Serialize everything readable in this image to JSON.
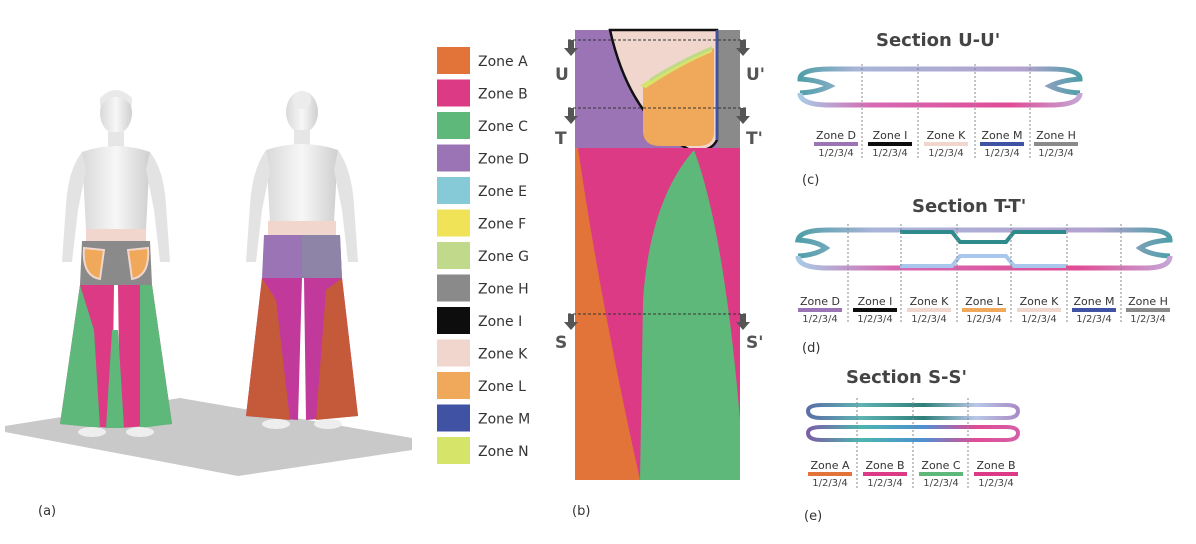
{
  "panel_labels": {
    "a": "(a)",
    "b": "(b)",
    "c": "(c)",
    "d": "(d)",
    "e": "(e)"
  },
  "legend": [
    {
      "label": "Zone A",
      "color": "#e2743a"
    },
    {
      "label": "Zone B",
      "color": "#dc3a84"
    },
    {
      "label": "Zone C",
      "color": "#5db87a"
    },
    {
      "label": "Zone D",
      "color": "#9b74b6"
    },
    {
      "label": "Zone E",
      "color": "#86cad7"
    },
    {
      "label": "Zone F",
      "color": "#f1e358"
    },
    {
      "label": "Zone G",
      "color": "#c1d98a"
    },
    {
      "label": "Zone H",
      "color": "#8a8a8a"
    },
    {
      "label": "Zone I",
      "color": "#0d0d0d"
    },
    {
      "label": "Zone K",
      "color": "#f0d6cc"
    },
    {
      "label": "Zone L",
      "color": "#f0a85a"
    },
    {
      "label": "Zone M",
      "color": "#3f52a4"
    },
    {
      "label": "Zone N",
      "color": "#d6e46a"
    }
  ],
  "cut_labels": {
    "u": "U",
    "u_prime": "U'",
    "t": "T",
    "t_prime": "T'",
    "s": "S",
    "s_prime": "S'"
  },
  "sections": {
    "u": {
      "title": "Section U-U'",
      "zones": [
        {
          "name": "Zone D",
          "layers": "1/2/3/4",
          "color": "#9b74b6"
        },
        {
          "name": "Zone I",
          "layers": "1/2/3/4",
          "color": "#0d0d0d"
        },
        {
          "name": "Zone K",
          "layers": "1/2/3/4",
          "color": "#f0d6cc"
        },
        {
          "name": "Zone M",
          "layers": "1/2/3/4",
          "color": "#3f52a4"
        },
        {
          "name": "Zone H",
          "layers": "1/2/3/4",
          "color": "#8a8a8a"
        }
      ]
    },
    "t": {
      "title": "Section T-T'",
      "zones": [
        {
          "name": "Zone D",
          "layers": "1/2/3/4",
          "color": "#9b74b6"
        },
        {
          "name": "Zone I",
          "layers": "1/2/3/4",
          "color": "#0d0d0d"
        },
        {
          "name": "Zone K",
          "layers": "1/2/3/4",
          "color": "#f0d6cc"
        },
        {
          "name": "Zone L",
          "layers": "1/2/3/4",
          "color": "#f0a85a"
        },
        {
          "name": "Zone K",
          "layers": "1/2/3/4",
          "color": "#f0d6cc"
        },
        {
          "name": "Zone M",
          "layers": "1/2/3/4",
          "color": "#3f52a4"
        },
        {
          "name": "Zone H",
          "layers": "1/2/3/4",
          "color": "#8a8a8a"
        }
      ]
    },
    "s": {
      "title": "Section S-S'",
      "zones": [
        {
          "name": "Zone A",
          "layers": "1/2/3/4",
          "color": "#e2743a"
        },
        {
          "name": "Zone B",
          "layers": "1/2/3/4",
          "color": "#dc3a84"
        },
        {
          "name": "Zone C",
          "layers": "1/2/3/4",
          "color": "#5db87a"
        },
        {
          "name": "Zone B",
          "layers": "1/2/3/4",
          "color": "#dc3a84"
        }
      ]
    }
  }
}
